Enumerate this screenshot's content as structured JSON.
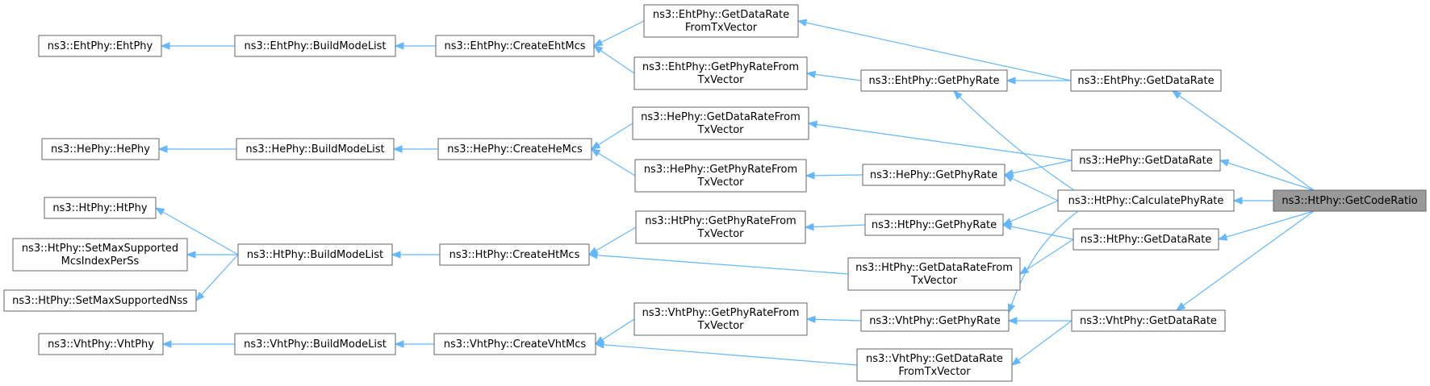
{
  "nodes": [
    {
      "id": "ehtphy_ctor",
      "lines": [
        "ns3::EhtPhy::EhtPhy"
      ]
    },
    {
      "id": "eht_buildmodelist",
      "lines": [
        "ns3::EhtPhy::BuildModeList"
      ]
    },
    {
      "id": "eht_createehtmcs",
      "lines": [
        "ns3::EhtPhy::CreateEhtMcs"
      ]
    },
    {
      "id": "eht_getdatarate_txv",
      "lines": [
        "ns3::EhtPhy::GetDataRate",
        "FromTxVector"
      ]
    },
    {
      "id": "eht_getphyrate_txv",
      "lines": [
        "ns3::EhtPhy::GetPhyRateFrom",
        "TxVector"
      ]
    },
    {
      "id": "eht_getphyrate",
      "lines": [
        "ns3::EhtPhy::GetPhyRate"
      ]
    },
    {
      "id": "eht_getdatarate",
      "lines": [
        "ns3::EhtPhy::GetDataRate"
      ]
    },
    {
      "id": "hephy_ctor",
      "lines": [
        "ns3::HePhy::HePhy"
      ]
    },
    {
      "id": "he_buildmodelist",
      "lines": [
        "ns3::HePhy::BuildModeList"
      ]
    },
    {
      "id": "he_createhemcs",
      "lines": [
        "ns3::HePhy::CreateHeMcs"
      ]
    },
    {
      "id": "he_getdatarate_txv",
      "lines": [
        "ns3::HePhy::GetDataRateFrom",
        "TxVector"
      ]
    },
    {
      "id": "he_getphyrate_txv",
      "lines": [
        "ns3::HePhy::GetPhyRateFrom",
        "TxVector"
      ]
    },
    {
      "id": "he_getphyrate",
      "lines": [
        "ns3::HePhy::GetPhyRate"
      ]
    },
    {
      "id": "he_getdatarate",
      "lines": [
        "ns3::HePhy::GetDataRate"
      ]
    },
    {
      "id": "htphy_ctor",
      "lines": [
        "ns3::HtPhy::HtPhy"
      ]
    },
    {
      "id": "ht_setmaxmcs",
      "lines": [
        "ns3::HtPhy::SetMaxSupported",
        "McsIndexPerSs"
      ]
    },
    {
      "id": "ht_setmaxnss",
      "lines": [
        "ns3::HtPhy::SetMaxSupportedNss"
      ]
    },
    {
      "id": "ht_buildmodelist",
      "lines": [
        "ns3::HtPhy::BuildModeList"
      ]
    },
    {
      "id": "ht_createhtmcs",
      "lines": [
        "ns3::HtPhy::CreateHtMcs"
      ]
    },
    {
      "id": "ht_getphyrate_txv",
      "lines": [
        "ns3::HtPhy::GetPhyRateFrom",
        "TxVector"
      ]
    },
    {
      "id": "ht_getphyrate",
      "lines": [
        "ns3::HtPhy::GetPhyRate"
      ]
    },
    {
      "id": "ht_getdatarate_txv",
      "lines": [
        "ns3::HtPhy::GetDataRateFrom",
        "TxVector"
      ]
    },
    {
      "id": "ht_calcphyrate",
      "lines": [
        "ns3::HtPhy::CalculatePhyRate"
      ]
    },
    {
      "id": "ht_getdatarate",
      "lines": [
        "ns3::HtPhy::GetDataRate"
      ]
    },
    {
      "id": "vhtphy_ctor",
      "lines": [
        "ns3::VhtPhy::VhtPhy"
      ]
    },
    {
      "id": "vht_buildmodelist",
      "lines": [
        "ns3::VhtPhy::BuildModeList"
      ]
    },
    {
      "id": "vht_createvhtmcs",
      "lines": [
        "ns3::VhtPhy::CreateVhtMcs"
      ]
    },
    {
      "id": "vht_getphyrate_txv",
      "lines": [
        "ns3::VhtPhy::GetPhyRateFrom",
        "TxVector"
      ]
    },
    {
      "id": "vht_getphyrate",
      "lines": [
        "ns3::VhtPhy::GetPhyRate"
      ]
    },
    {
      "id": "vht_getdatarate_txv",
      "lines": [
        "ns3::VhtPhy::GetDataRate",
        "FromTxVector"
      ]
    },
    {
      "id": "vht_getdatarate",
      "lines": [
        "ns3::VhtPhy::GetDataRate"
      ]
    },
    {
      "id": "ht_getcoderatio",
      "lines": [
        "ns3::HtPhy::GetCodeRatio"
      ],
      "root": true
    }
  ],
  "edges": [
    [
      "ehtphy_ctor",
      "eht_buildmodelist"
    ],
    [
      "eht_buildmodelist",
      "eht_createehtmcs"
    ],
    [
      "eht_createehtmcs",
      "eht_getdatarate_txv"
    ],
    [
      "eht_createehtmcs",
      "eht_getphyrate_txv"
    ],
    [
      "eht_getphyrate_txv",
      "eht_getphyrate"
    ],
    [
      "eht_getphyrate",
      "eht_getdatarate"
    ],
    [
      "eht_getdatarate_txv",
      "eht_getdatarate"
    ],
    [
      "eht_getdatarate",
      "ht_getcoderatio"
    ],
    [
      "hephy_ctor",
      "he_buildmodelist"
    ],
    [
      "he_buildmodelist",
      "he_createhemcs"
    ],
    [
      "he_createhemcs",
      "he_getdatarate_txv"
    ],
    [
      "he_createhemcs",
      "he_getphyrate_txv"
    ],
    [
      "he_getphyrate_txv",
      "he_getphyrate"
    ],
    [
      "he_getphyrate",
      "he_getdatarate"
    ],
    [
      "he_getdatarate_txv",
      "he_getdatarate"
    ],
    [
      "he_getdatarate",
      "ht_getcoderatio"
    ],
    [
      "htphy_ctor",
      "ht_buildmodelist"
    ],
    [
      "ht_setmaxmcs",
      "ht_buildmodelist"
    ],
    [
      "ht_setmaxnss",
      "ht_buildmodelist"
    ],
    [
      "ht_buildmodelist",
      "ht_createhtmcs"
    ],
    [
      "ht_createhtmcs",
      "ht_getphyrate_txv"
    ],
    [
      "ht_createhtmcs",
      "ht_getdatarate_txv"
    ],
    [
      "ht_getphyrate_txv",
      "ht_getphyrate"
    ],
    [
      "ht_getphyrate",
      "ht_getdatarate"
    ],
    [
      "ht_getdatarate_txv",
      "ht_getdatarate"
    ],
    [
      "ht_getdatarate",
      "ht_getcoderatio"
    ],
    [
      "eht_getphyrate",
      "ht_calcphyrate"
    ],
    [
      "he_getphyrate",
      "ht_calcphyrate"
    ],
    [
      "ht_getphyrate",
      "ht_calcphyrate"
    ],
    [
      "vht_getphyrate",
      "ht_calcphyrate"
    ],
    [
      "ht_calcphyrate",
      "ht_getcoderatio"
    ],
    [
      "vhtphy_ctor",
      "vht_buildmodelist"
    ],
    [
      "vht_buildmodelist",
      "vht_createvhtmcs"
    ],
    [
      "vht_createvhtmcs",
      "vht_getphyrate_txv"
    ],
    [
      "vht_createvhtmcs",
      "vht_getdatarate_txv"
    ],
    [
      "vht_getphyrate_txv",
      "vht_getphyrate"
    ],
    [
      "vht_getphyrate",
      "vht_getdatarate"
    ],
    [
      "vht_getdatarate_txv",
      "vht_getdatarate"
    ],
    [
      "vht_getdatarate",
      "ht_getcoderatio"
    ]
  ],
  "colors": {
    "edge": "#63b8ff",
    "node_border": "#666666",
    "node_fill": "#ffffff",
    "root_fill": "#999999"
  }
}
